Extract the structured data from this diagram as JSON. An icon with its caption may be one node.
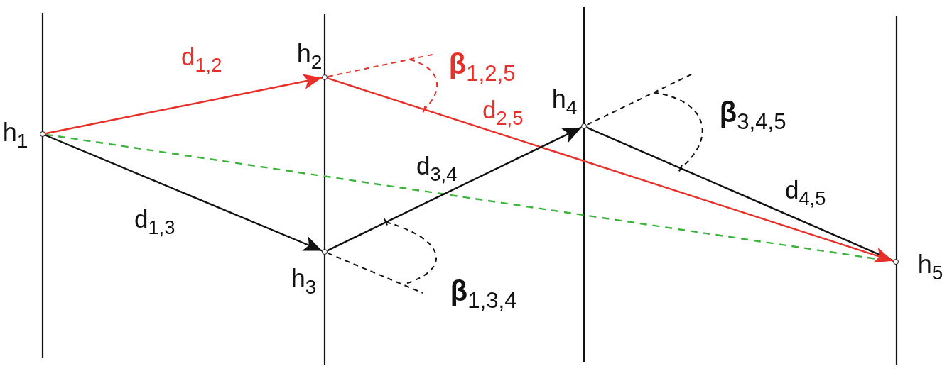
{
  "diagram": {
    "nodes": [
      {
        "text": [],
        "shape": "circle",
        "beside": [
          "h$_{1}$"
        ]
      },
      {
        "text": [],
        "shape": "circle",
        "beside": [
          "h$_{2}$"
        ]
      },
      {
        "text": [],
        "shape": "circle",
        "beside": [
          "h$_{3}$"
        ]
      },
      {
        "text": [],
        "shape": "circle",
        "beside": [
          "h$_{4}$"
        ]
      },
      {
        "text": [],
        "shape": "circle",
        "beside": [
          "h$_{5}$"
        ]
      }
    ],
    "edges": [
      {
        "from": 0,
        "to": 1,
        "arrow": "to",
        "label": "d$_{1,2}$",
        "color": "#e8302a"
      },
      {
        "from": 0,
        "to": 2,
        "arrow": "to",
        "label": "d$_{1,3}$"
      },
      {
        "from": 0,
        "to": 4,
        "arrow": "none",
        "style": "dashed",
        "color": "#3cb43c"
      },
      {
        "from": 1,
        "to": 4,
        "arrow": "to",
        "label": "d$_{2,5}$",
        "color": "#e8302a"
      },
      {
        "from": 2,
        "to": 3,
        "arrow": "to",
        "label": "d$_{3,4}$"
      },
      {
        "from": 3,
        "to": 4,
        "arrow": "none",
        "label": "d$_{4,5}$"
      }
    ],
    "labels": [
      "**β**$_{1,2,5}$",
      "**β**$_{3,4,5}$",
      "**β**$_{1,3,4}$"
    ]
  }
}
